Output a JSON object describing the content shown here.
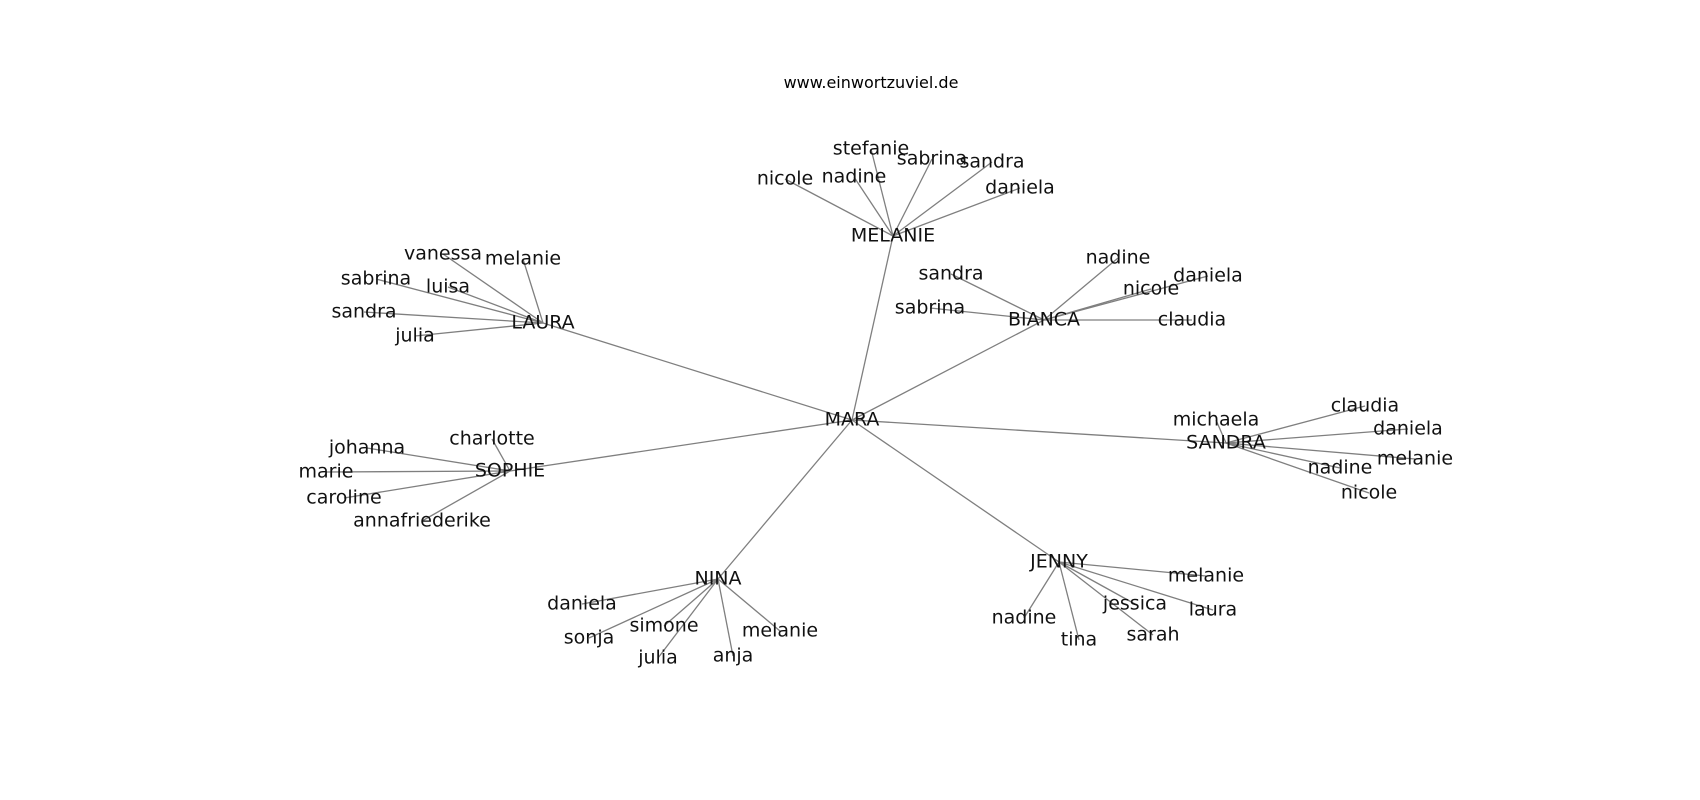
{
  "source": "www.einwortzuviel.de",
  "graph": {
    "center": "MARA",
    "hubs": [
      {
        "name": "MELANIE",
        "leaves": [
          "stefanie",
          "sabrina",
          "sandra",
          "nadine",
          "nicole",
          "daniela"
        ]
      },
      {
        "name": "BIANCA",
        "leaves": [
          "nadine",
          "sandra",
          "daniela",
          "nicole",
          "sabrina",
          "claudia"
        ]
      },
      {
        "name": "SANDRA",
        "leaves": [
          "claudia",
          "michaela",
          "daniela",
          "melanie",
          "nadine",
          "nicole"
        ]
      },
      {
        "name": "JENNY",
        "leaves": [
          "melanie",
          "jessica",
          "laura",
          "nadine",
          "sarah",
          "tina"
        ]
      },
      {
        "name": "NINA",
        "leaves": [
          "daniela",
          "simone",
          "melanie",
          "sonja",
          "julia",
          "anja"
        ]
      },
      {
        "name": "SOPHIE",
        "leaves": [
          "charlotte",
          "johanna",
          "marie",
          "caroline",
          "annafriederike"
        ]
      },
      {
        "name": "LAURA",
        "leaves": [
          "vanessa",
          "melanie",
          "sabrina",
          "luisa",
          "sandra",
          "julia"
        ]
      }
    ]
  }
}
